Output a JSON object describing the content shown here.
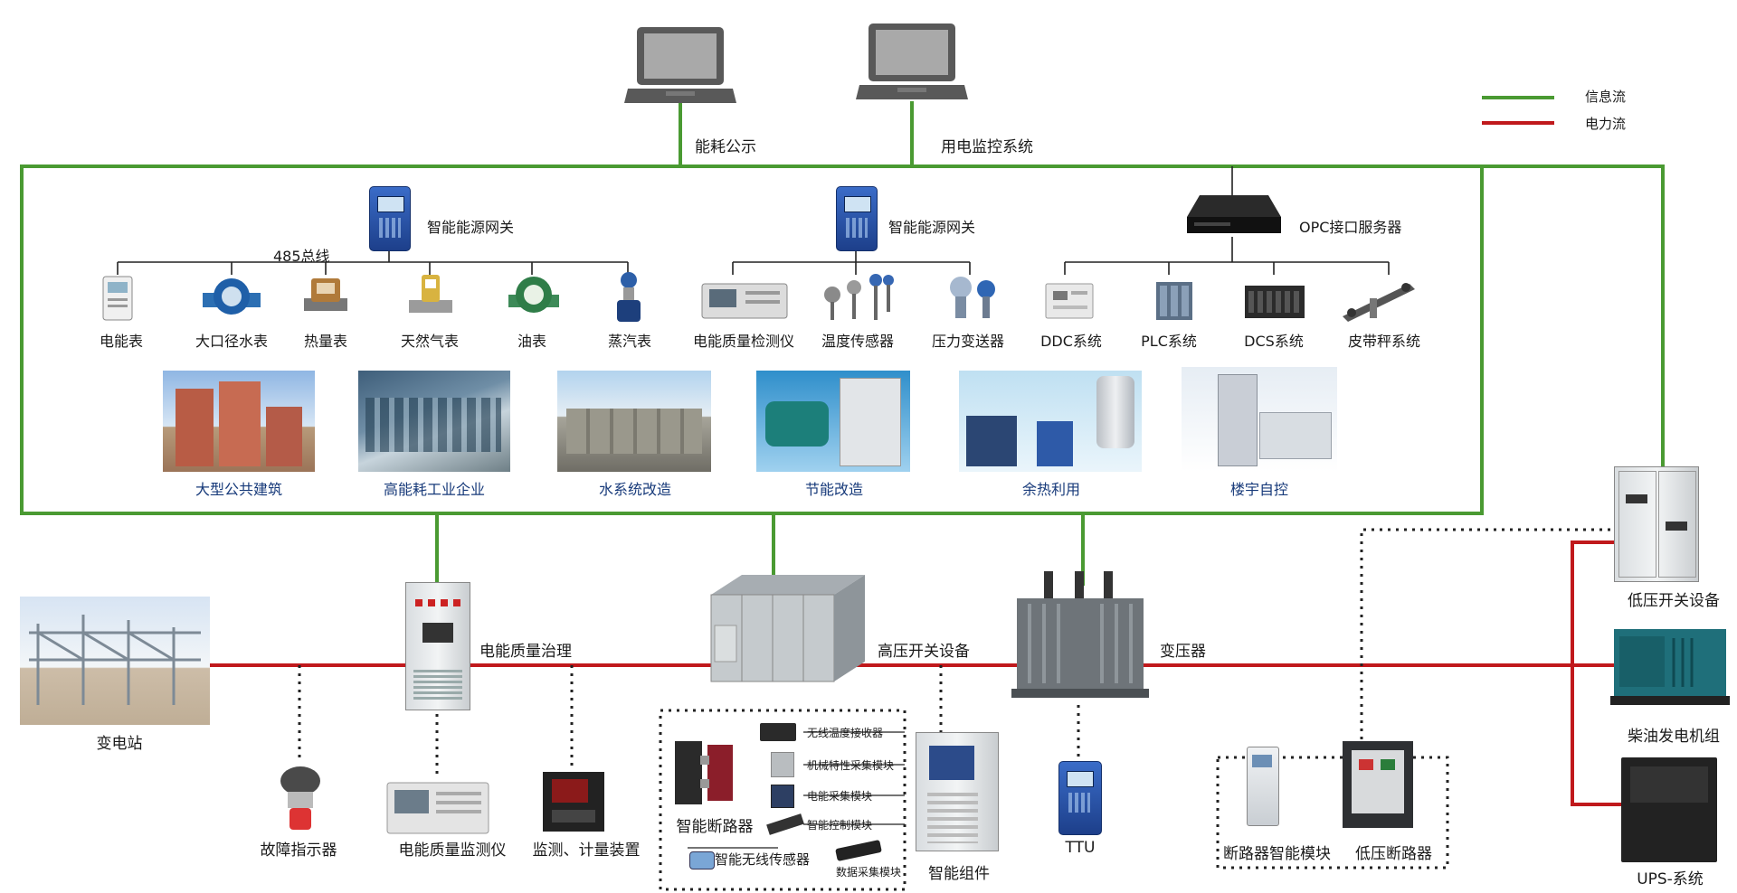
{
  "colors": {
    "info_flow": "#4a9a32",
    "power_flow": "#c0191c"
  },
  "legend": {
    "info": "信息流",
    "power": "电力流"
  },
  "top": {
    "laptop_left": "能耗公示",
    "laptop_right": "用电监控系统"
  },
  "gateways": {
    "left": "智能能源网关",
    "mid": "智能能源网关",
    "opc": "OPC接口服务器",
    "bus": "485总线"
  },
  "meters": [
    "电能表",
    "大口径水表",
    "热量表",
    "天然气表",
    "油表",
    "蒸汽表"
  ],
  "sensors": [
    "电能质量检测仪",
    "温度传感器",
    "压力变送器"
  ],
  "systems": [
    "DDC系统",
    "PLC系统",
    "DCS系统",
    "皮带秤系统"
  ],
  "scenarios": [
    "大型公共建筑",
    "高能耗工业企业",
    "水系统改造",
    "节能改造",
    "余热利用",
    "楼宇自控"
  ],
  "power": {
    "substation": "变电站",
    "pq_governance": "电能质量治理",
    "hv_switch": "高压开关设备",
    "transformer": "变压器",
    "lv_switch": "低压开关设备",
    "diesel": "柴油发电机组",
    "ups": "UPS-系统"
  },
  "bottom": {
    "fault_indicator": "故障指示器",
    "pq_monitor": "电能质量监测仪",
    "metering": "监测、计量装置",
    "smart_breaker": "智能断路器",
    "wireless_temp": "无线温度接收器",
    "mech_module": "机械特性采集模块",
    "energy_module": "电能采集模块",
    "control_module": "智能控制模块",
    "wireless_sensor": "智能无线传感器",
    "data_module": "数据采集模块",
    "smart_component": "智能组件",
    "ttu": "TTU",
    "breaker_module": "断路器智能模块",
    "lv_breaker": "低压断路器"
  }
}
